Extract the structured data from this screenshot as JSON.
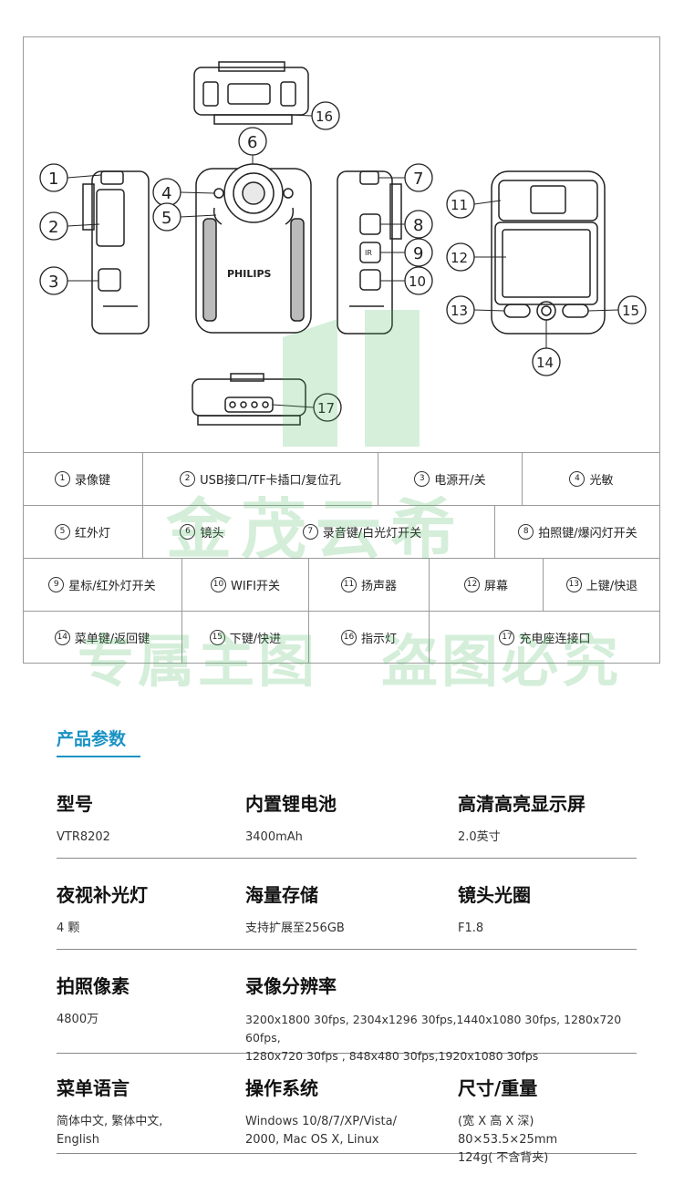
{
  "device": {
    "brand": "PHILIPS",
    "ir_label": "IR",
    "callouts": [
      "1",
      "2",
      "3",
      "4",
      "5",
      "6",
      "7",
      "8",
      "9",
      "10",
      "11",
      "12",
      "13",
      "14",
      "15",
      "16",
      "17"
    ]
  },
  "legend": {
    "rows": [
      [
        {
          "n": "1",
          "label": "录像键"
        },
        {
          "n": "2",
          "label": "USB接口/TF卡插口/复位孔"
        },
        {
          "n": "3",
          "label": "电源开/关"
        },
        {
          "n": "4",
          "label": "光敏"
        }
      ],
      [
        {
          "n": "5",
          "label": "红外灯"
        },
        {
          "n": "6",
          "label": "镜头"
        },
        {
          "n": "7",
          "label": "录音键/白光灯开关"
        },
        {
          "n": "8",
          "label": "拍照键/爆闪灯开关"
        }
      ],
      [
        {
          "n": "9",
          "label": "星标/红外灯开关"
        },
        {
          "n": "10",
          "label": "WIFI开关"
        },
        {
          "n": "11",
          "label": "扬声器"
        },
        {
          "n": "12",
          "label": "屏幕"
        },
        {
          "n": "13",
          "label": "上键/快退"
        }
      ],
      [
        {
          "n": "14",
          "label": "菜单键/返回键"
        },
        {
          "n": "15",
          "label": "下键/快进"
        },
        {
          "n": "16",
          "label": "指示灯"
        },
        {
          "n": "17",
          "label": "充电座连接口"
        }
      ]
    ]
  },
  "watermark": {
    "line1": "金茂云希",
    "line2a": "专属主图",
    "line2b": "盗图必究"
  },
  "section": {
    "title": "产品参数"
  },
  "specs": [
    [
      {
        "label": "型号",
        "value": "VTR8202"
      },
      {
        "label": "内置锂电池",
        "value": "3400mAh"
      },
      {
        "label": "高清高亮显示屏",
        "value": "2.0英寸"
      }
    ],
    [
      {
        "label": "夜视补光灯",
        "value": "4 颗"
      },
      {
        "label": "海量存储",
        "value": "支持扩展至256GB"
      },
      {
        "label": "镜头光圈",
        "value": "F1.8"
      }
    ],
    [
      {
        "label": "拍照像素",
        "value": "4800万"
      },
      {
        "label": "录像分辨率",
        "value": "3200x1800 30fps, 2304x1296 30fps,1440x1080 30fps, 1280x720 60fps,\n1280x720 30fps , 848x480 30fps,1920x1080 30fps"
      }
    ],
    [
      {
        "label": "菜单语言",
        "value": "简体中文, 繁体中文,\nEnglish"
      },
      {
        "label": "操作系统",
        "value": "Windows 10/8/7/XP/Vista/\n2000, Mac OS X, Linux"
      },
      {
        "label": "尺寸/重量",
        "value": "(宽 X 高 X 深) 80×53.5×25mm\n124g( 不含背夹)"
      }
    ]
  ]
}
